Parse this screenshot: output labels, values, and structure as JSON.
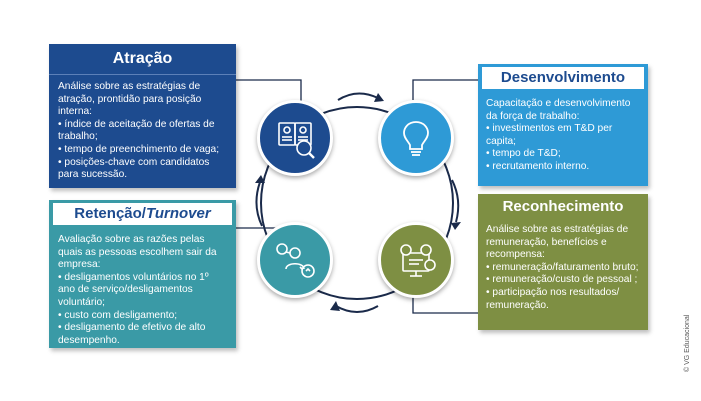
{
  "colors": {
    "atracao": "#1d4b8f",
    "desenvolvimento": "#2e9ad6",
    "retencao": "#3a9aa6",
    "reconhecimento": "#7e8f43",
    "connector": "#1a2a4a"
  },
  "atracao": {
    "title": "Atração",
    "intro": "Análise sobre as estratégias de atração, prontidão para posição interna:",
    "items": [
      "índice de aceitação de ofertas de trabalho;",
      "tempo de preenchimento de vaga;",
      "posições-chave com candidatos para sucessão."
    ],
    "icon": "resume-documents-icon"
  },
  "desenvolvimento": {
    "title": "Desenvolvimento",
    "intro": "Capacitação e desenvolvimento da força de trabalho:",
    "items": [
      "investimentos em T&D per capita;",
      "tempo de T&D;",
      "recrutamento interno."
    ],
    "icon": "lightbulb-icon"
  },
  "retencao": {
    "title_main": "Retenção/",
    "title_italic": "Turnover",
    "intro": "Avaliação sobre as razões pelas quais as pessoas escolhem sair da empresa:",
    "items": [
      "desligamentos voluntários no 1º ano de serviço/desligamentos voluntário;",
      "custo com desligamento;",
      "desligamento de efetivo de alto desempenho."
    ],
    "icon": "people-network-icon"
  },
  "reconhecimento": {
    "title": "Reconhecimento",
    "intro": "Análise sobre as estratégias de remuneração, benefícios e recompensa:",
    "items": [
      "remuneração/faturamento bruto;",
      "remuneração/custo de pessoal ;",
      "participação nos resultados/ remuneração."
    ],
    "icon": "money-monitor-icon"
  },
  "copyright": "© VG Educacional"
}
